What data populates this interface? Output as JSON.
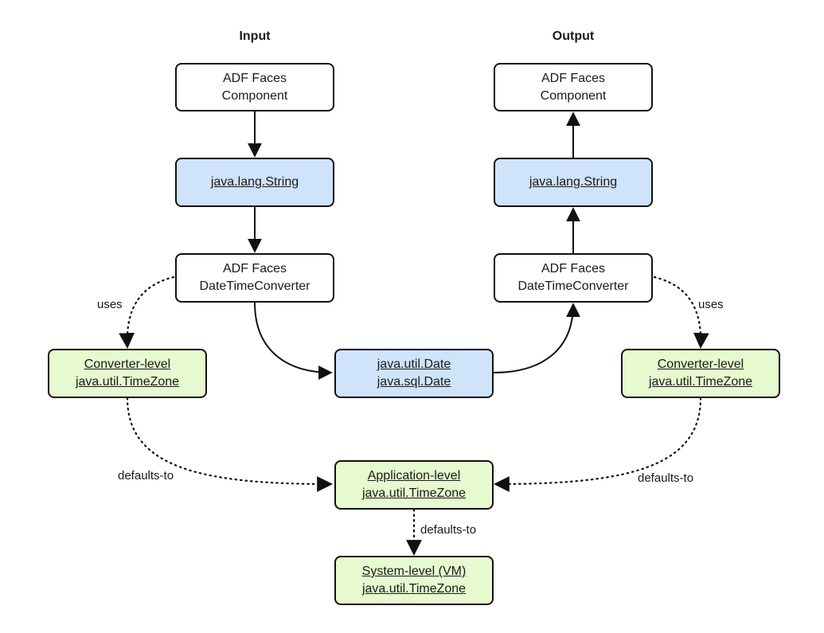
{
  "headings": {
    "input": "Input",
    "output": "Output"
  },
  "boxes": {
    "in_component": {
      "line1": "ADF Faces",
      "line2": "Component"
    },
    "in_string": {
      "line1": "java.lang.String"
    },
    "in_converter": {
      "line1": "ADF Faces",
      "line2": "DateTimeConverter"
    },
    "in_tz": {
      "line1": "Converter-level",
      "line2": "java.util.TimeZone"
    },
    "date": {
      "line1": "java.util.Date",
      "line2": "java.sql.Date"
    },
    "out_component": {
      "line1": "ADF Faces",
      "line2": "Component"
    },
    "out_string": {
      "line1": "java.lang.String"
    },
    "out_converter": {
      "line1": "ADF Faces",
      "line2": "DateTimeConverter"
    },
    "out_tz": {
      "line1": "Converter-level",
      "line2": "java.util.TimeZone"
    },
    "app_tz": {
      "line1": "Application-level",
      "line2": "java.util.TimeZone"
    },
    "sys_tz": {
      "line1": "System-level (VM)",
      "line2": "java.util.TimeZone"
    }
  },
  "labels": {
    "uses_left": "uses",
    "uses_right": "uses",
    "defaults_left": "defaults-to",
    "defaults_right": "defaults-to",
    "defaults_center": "defaults-to"
  },
  "colors": {
    "white_box": "#ffffff",
    "blue_box": "#cfe3fb",
    "green_box": "#e6f9cf",
    "stroke": "#111111"
  }
}
